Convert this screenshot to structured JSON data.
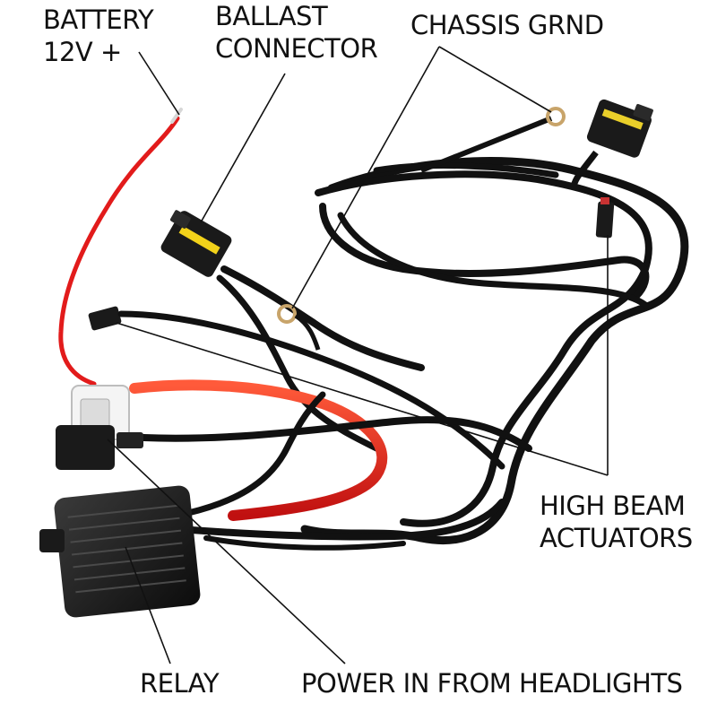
{
  "labels": {
    "battery": {
      "line1": "BATTERY",
      "line2": "12V +"
    },
    "ballast": {
      "line1": "BALLAST",
      "line2": "CONNECTOR"
    },
    "chassis": "CHASSIS GRND",
    "high_beam": {
      "line1": "HIGH BEAM",
      "line2": "ACTUATORS"
    },
    "relay": "RELAY",
    "power_in": "POWER IN FROM HEADLIGHTS"
  },
  "colors": {
    "background": "#ffffff",
    "wire_black": "#111111",
    "wire_red": "#e02020",
    "connector_yellow": "#f2d21a",
    "relay_body": "#1a1a1a",
    "fuse_holder": "#f4f4f4",
    "leader_line": "#111111"
  }
}
